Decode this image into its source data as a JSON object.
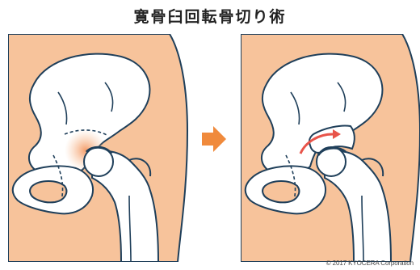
{
  "title": "寛骨臼回転骨切り術",
  "copyright": "© 2017 KYOCERA Corporation",
  "colors": {
    "skin": "#f7c39b",
    "bone": "#ffffff",
    "outline": "#1f3f5a",
    "highlight": "#f7a86a",
    "arrow_main": "#f08a3c",
    "arrow_red": "#e8544a"
  },
  "panels": [
    {
      "name": "before-surgery",
      "has_osteotomy": false
    },
    {
      "name": "after-surgery",
      "has_osteotomy": true
    }
  ]
}
